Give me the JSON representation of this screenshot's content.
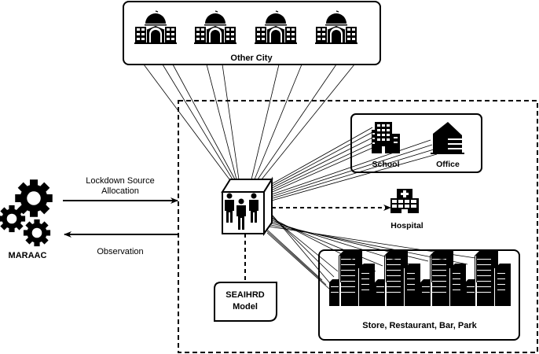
{
  "nodes": {
    "other_city": {
      "label": "Other City",
      "icon": "city-hall-icon",
      "icon_count": 4
    },
    "agent": {
      "label": "MARAAC",
      "icon": "gears-icon"
    },
    "population": {
      "icon": "people-group-icon"
    },
    "seaihrd": {
      "label_line1": "SEAIHRD",
      "label_line2": "Model"
    },
    "work": {
      "items": [
        {
          "label": "School",
          "icon": "school-building-icon"
        },
        {
          "label": "Office",
          "icon": "office-building-icon"
        }
      ]
    },
    "hospital": {
      "label": "Hospital",
      "icon": "hospital-icon"
    },
    "leisure": {
      "label": "Store, Restaurant, Bar, Park",
      "icon": "skyscrapers-icon",
      "icon_count": 4
    }
  },
  "edges": {
    "action": {
      "label_line1": "Lockdown Source",
      "label_line2": "Allocation",
      "from": "MARAAC",
      "to": "environment"
    },
    "observation": {
      "label": "Observation",
      "from": "environment",
      "to": "MARAAC"
    }
  },
  "colors": {
    "stroke": "#000000",
    "background": "#ffffff"
  }
}
